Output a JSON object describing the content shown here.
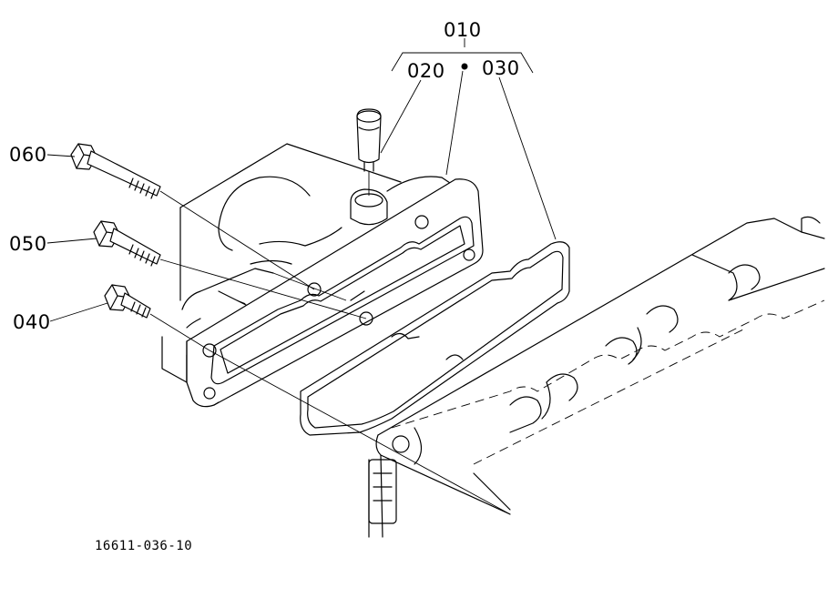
{
  "labels": {
    "assembly": "010",
    "pipe": "020",
    "gasket": "030",
    "bolt_short": "040",
    "bolt_mid": "050",
    "bolt_long": "060"
  },
  "drawing_number": "16611-036-10"
}
